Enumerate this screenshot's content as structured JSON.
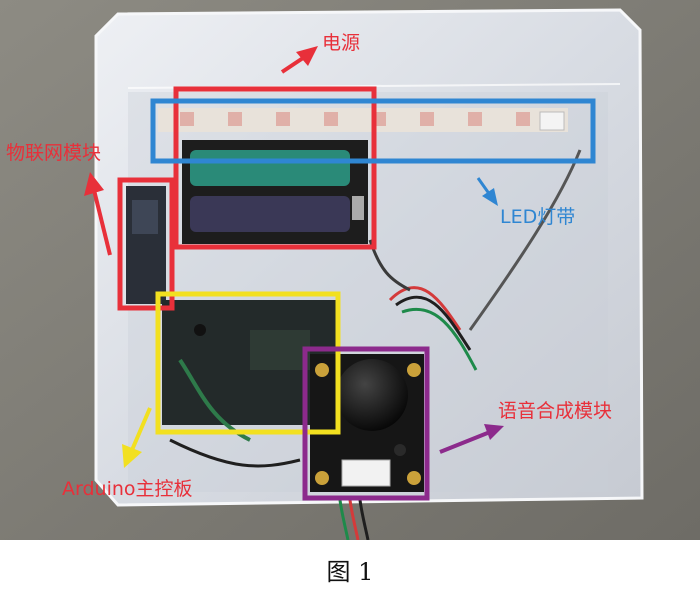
{
  "figure": {
    "caption": "图 1",
    "labels": {
      "power": "电源",
      "iot_module": "物联网模块",
      "led_strip": "LED灯带",
      "voice_module": "语音合成模块",
      "arduino": "Arduino主控板"
    },
    "colors": {
      "red": "#e8303a",
      "blue": "#2f86d2",
      "yellow": "#f2e020",
      "purple": "#8c2a8c",
      "background": "#7a7870",
      "box": "#d9dde4"
    }
  }
}
